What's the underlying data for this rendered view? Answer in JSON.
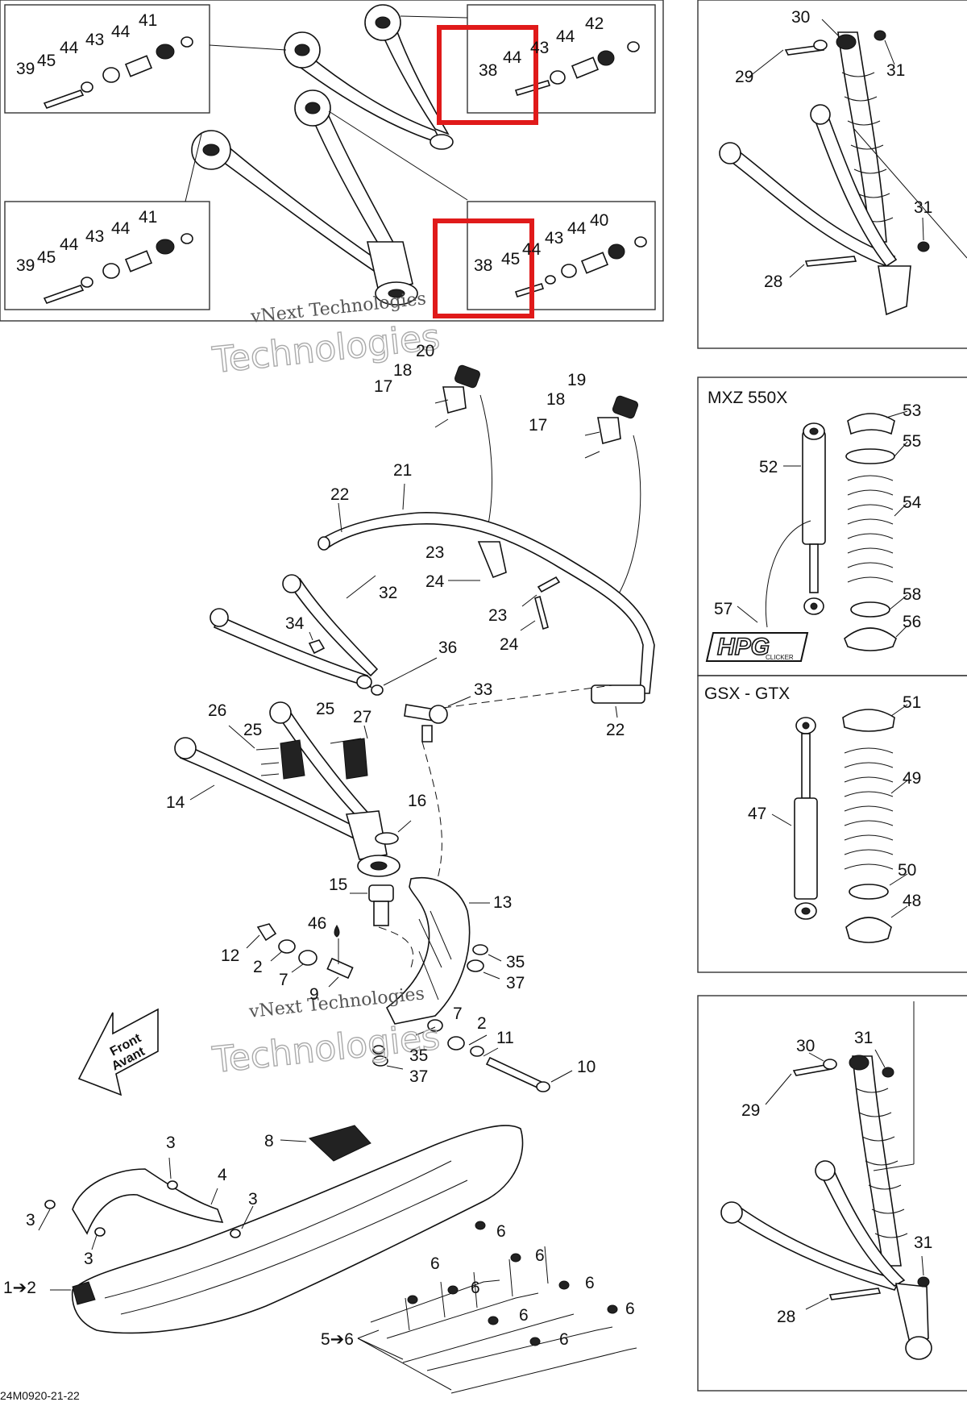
{
  "boxes": {
    "mxz_title": "MXZ 550X",
    "gsx_title": "GSX - GTX"
  },
  "watermark": {
    "line1": "vNext Technologies",
    "line2": "Technologies"
  },
  "front_arrow": {
    "line1": "Front",
    "line2": "Avant"
  },
  "drawing_code": "24M0920-21-22",
  "labels": {
    "p1": "39",
    "p2": "45",
    "p3": "44",
    "p4": "43",
    "p5": "44",
    "p6": "41",
    "p7": "38",
    "p8": "44",
    "p9": "43",
    "p10": "44",
    "p11": "42",
    "p12": "39",
    "p13": "45",
    "p14": "44",
    "p15": "43",
    "p16": "44",
    "p17": "41",
    "p18": "38",
    "p19": "45",
    "p20": "44",
    "p21": "43",
    "p22": "44",
    "p23": "40",
    "p24": "30",
    "p25": "29",
    "p26": "31",
    "p27": "31",
    "p28": "28",
    "p29": "20",
    "p30": "18",
    "p31": "17",
    "p32": "19",
    "p33": "18",
    "p34": "17",
    "p35": "21",
    "p36": "22",
    "p37": "23",
    "p38": "24",
    "p39": "23",
    "p40": "24",
    "p41": "32",
    "p42": "34",
    "p43": "36",
    "p44": "33",
    "p45": "22",
    "p46": "26",
    "p47": "25",
    "p48": "25",
    "p49": "27",
    "p50": "14",
    "p51": "16",
    "p52": "15",
    "p53": "13",
    "p54": "46",
    "p55": "12",
    "p56": "2",
    "p57": "7",
    "p58": "9",
    "p59": "35",
    "p60": "37",
    "p61": "7",
    "p62": "2",
    "p63": "11",
    "p64": "35",
    "p65": "37",
    "p66": "10",
    "p67": "8",
    "p68": "3",
    "p69": "4",
    "p70": "3",
    "p71": "3",
    "p72": "3",
    "p73": "1➔2",
    "p74": "6",
    "p75": "6",
    "p76": "6",
    "p77": "6",
    "p78": "6",
    "p79": "6",
    "p80": "6",
    "p81": "6",
    "p82": "5➔6",
    "p83": "53",
    "p84": "52",
    "p85": "55",
    "p86": "54",
    "p87": "58",
    "p88": "57",
    "p89": "56",
    "p90": "51",
    "p91": "49",
    "p92": "47",
    "p93": "50",
    "p94": "48",
    "p95": "30",
    "p96": "31",
    "p97": "29",
    "p98": "31",
    "p99": "28"
  },
  "colors": {
    "highlight": "#e01a1a",
    "ink": "#111111",
    "watermark": "#aaaaaa"
  },
  "icons": {
    "front": "arrow-front-icon",
    "drop": "lubricant-drop-icon",
    "hpg": "hpg-clicker-logo"
  },
  "logo": {
    "hpg": "HPG",
    "clicker": "CLICKER"
  }
}
